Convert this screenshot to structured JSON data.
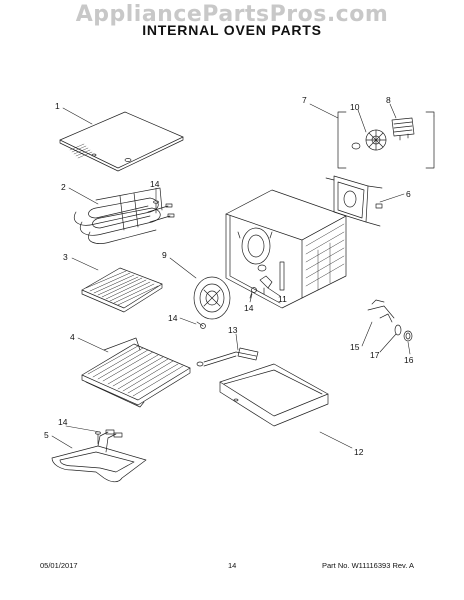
{
  "watermark": "AppliancePartsPros.com",
  "title": "INTERNAL OVEN PARTS",
  "footer": {
    "date": "05/01/2017",
    "page": "14",
    "part_no": "Part No. W11116393  Rev. A"
  },
  "callouts": {
    "c1": "1",
    "c2": "2",
    "c3": "3",
    "c4": "4",
    "c5": "5",
    "c6": "6",
    "c7": "7",
    "c8": "8",
    "c9": "9",
    "c10": "10",
    "c11": "11",
    "c12": "12",
    "c13": "13",
    "c14a": "14",
    "c14b": "14",
    "c14c": "14",
    "c14d": "14",
    "c15": "15",
    "c16": "16",
    "c17": "17"
  },
  "colors": {
    "line": "#222222",
    "watermark": "#c8c8c8"
  }
}
